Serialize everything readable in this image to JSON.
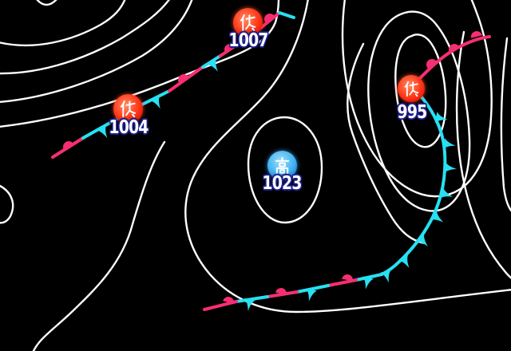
{
  "map": {
    "kind": "surface-weather-map",
    "colors": {
      "background": "#000000",
      "isobar": "#ffffff",
      "warm_front": "#f62e73",
      "cold_front": "#27e0f2",
      "low_marker": "#e91104",
      "high_marker": "#1e88dd",
      "label_text": "#ffffff",
      "label_halo": "#1d1d86"
    },
    "systems": [
      {
        "id": "low-1007",
        "kind": "low",
        "symbol": "低",
        "pressure": "1007"
      },
      {
        "id": "low-1004",
        "kind": "low",
        "symbol": "低",
        "pressure": "1004"
      },
      {
        "id": "low-995",
        "kind": "low",
        "symbol": "低",
        "pressure": "995"
      },
      {
        "id": "high-1023",
        "kind": "high",
        "symbol": "高",
        "pressure": "1023"
      }
    ],
    "fronts": [
      {
        "id": "stationary-front-northwest",
        "type": "stationary"
      },
      {
        "id": "warm-front-995",
        "type": "warm"
      },
      {
        "id": "cold-front-995",
        "type": "cold"
      },
      {
        "id": "stationary-front-south",
        "type": "stationary"
      }
    ]
  }
}
